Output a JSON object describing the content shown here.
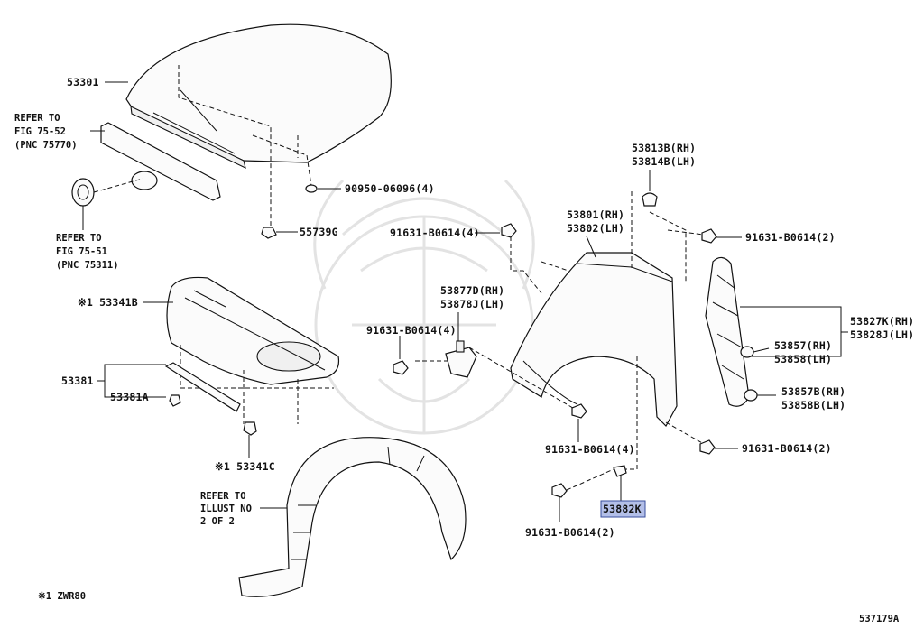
{
  "labels": {
    "hood": "53301",
    "refer_75_52_l1": "REFER TO",
    "refer_75_52_l2": "FIG 75-52",
    "refer_75_52_l3": "(PNC 75770)",
    "refer_75_51_l1": "REFER TO",
    "refer_75_51_l2": "FIG 75-51",
    "refer_75_51_l3": "(PNC 75311)",
    "clip_90950": "90950-06096(4)",
    "clip_55739": "55739G",
    "insulator": "※1 53341B",
    "seal": "53381",
    "seal_a": "53381A",
    "clip_53341c": "※1 53341C",
    "refer_illust_l1": "REFER TO",
    "refer_illust_l2": "ILLUST NO",
    "refer_illust_l3": "2 OF 2",
    "footnote": "※1 ZWR80",
    "fig_code": "537179A",
    "bolt_top": "91631-B0614(4)",
    "fender_rh": "53801(RH)",
    "fender_lh": "53802(LH)",
    "cover_rh": "53877D(RH)",
    "cover_lh": "53878J(LH)",
    "bolt_mid": "91631-B0614(4)",
    "bolt_low": "91631-B0614(4)",
    "bolt_bottom": "91631-B0614(2)",
    "stopper_rh": "53813B(RH)",
    "stopper_lh": "53814B(LH)",
    "bolt_right_top": "91631-B0614(2)",
    "bracket_rh": "53827K(RH)",
    "bracket_lh": "53828J(LH)",
    "clip1_rh": "53857(RH)",
    "clip1_lh": "53858(LH)",
    "clip2_rh": "53857B(RH)",
    "clip2_lh": "53858B(LH)",
    "bolt_right_bottom": "91631-B0614(2)",
    "highlight_part": "53882K"
  },
  "colors": {
    "highlight_fill": "#b3bfe8",
    "highlight_stroke": "#3a4f9e",
    "line": "#111111",
    "watermark": "#e3e3e3"
  }
}
